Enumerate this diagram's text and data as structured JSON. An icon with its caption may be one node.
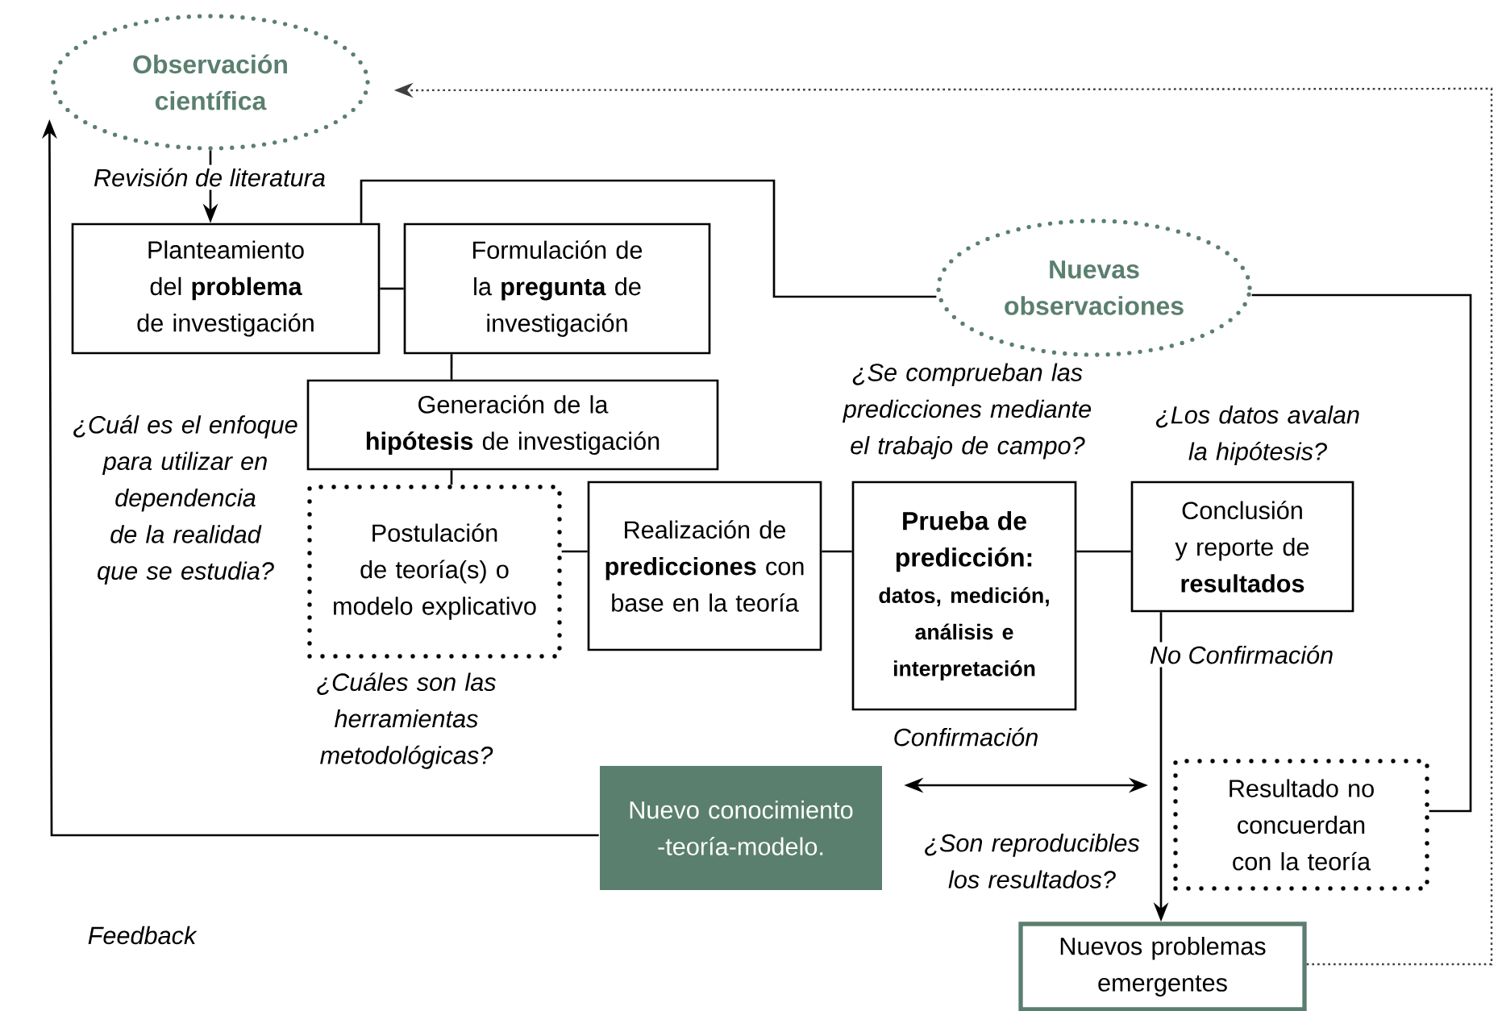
{
  "diagram": {
    "nodes": [
      {
        "text": [
          "Observación científica"
        ]
      },
      {
        "text": [
          "Planteamiento del **problema** de investigación"
        ]
      },
      {
        "text": [
          "Formulación de la **pregunta** de investigación"
        ]
      },
      {
        "text": [
          "Generación de la **hipótesis** de investigación"
        ]
      },
      {
        "text": [
          "Postulación de teoría(s) o modelo explicativo"
        ]
      },
      {
        "text": [
          "Realización de **predicciones** con base en la teoría"
        ]
      },
      {
        "text": [
          "Prueba de predicción:",
          "datos, medición, análisis e interpretación"
        ]
      },
      {
        "text": [
          "Conclusión y reporte de **resultados**"
        ]
      },
      {
        "text": [
          "Nuevas observaciones"
        ]
      },
      {
        "text": [
          "Nuevo conocimiento -teoría-modelo."
        ]
      },
      {
        "text": [
          "Resultado no concuerdan con la teoría"
        ]
      },
      {
        "text": [
          "Nuevos problemas emergentes"
        ]
      }
    ],
    "edges": [
      {
        "from": 0,
        "to": 1,
        "arrow": "to",
        "label": "Revisión de literatura"
      },
      {
        "from": 1,
        "to": 2,
        "arrow": "none"
      },
      {
        "from": 2,
        "to": 3,
        "arrow": "none"
      },
      {
        "from": 3,
        "to": 4,
        "arrow": "none"
      },
      {
        "from": 4,
        "to": 5,
        "arrow": "none"
      },
      {
        "from": 5,
        "to": 6,
        "arrow": "none"
      },
      {
        "from": 6,
        "to": 7,
        "arrow": "none"
      },
      {
        "from": 1,
        "to": 8,
        "arrow": "none"
      },
      {
        "from": 8,
        "to": 10,
        "arrow": "none"
      },
      {
        "from": 7,
        "to": 11,
        "arrow": "to",
        "label": "No Confirmación"
      },
      {
        "from": 9,
        "to": null,
        "arrow": "both"
      },
      {
        "from": 9,
        "to": 0,
        "arrow": "to",
        "label": "Feedback"
      },
      {
        "from": 11,
        "to": 0,
        "arrow": "to",
        "style": "dashed"
      }
    ],
    "labels": [
      "¿Cuál es el enfoque para utilizar en dependencia de la realidad que se estudia?",
      "¿Cuáles son las herramientas metodológicas?",
      "¿Se comprueban las predicciones mediante el trabajo de campo?",
      "¿Los datos avalan la hipótesis?",
      "Confirmación",
      "¿Son reproducibles los resultados?"
    ]
  }
}
